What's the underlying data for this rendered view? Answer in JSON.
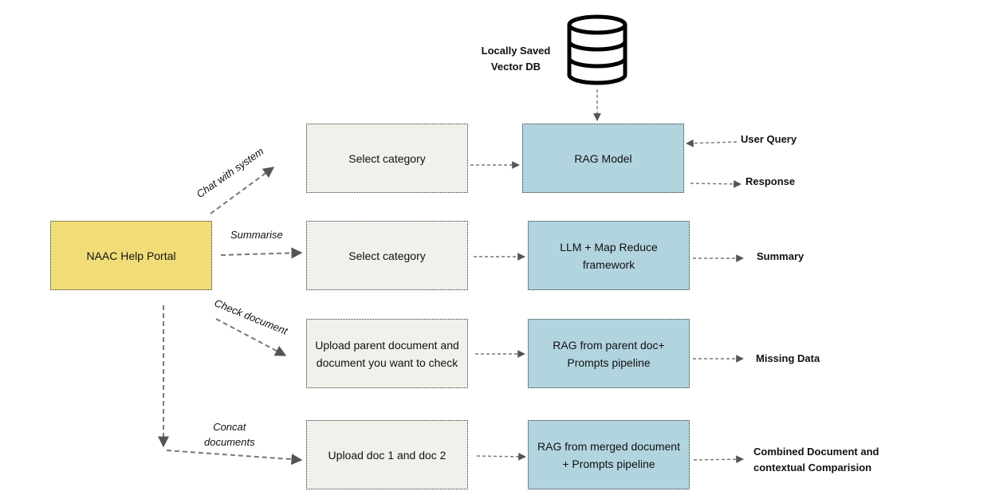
{
  "database": {
    "label_line1": "Locally Saved",
    "label_line2": "Vector  DB"
  },
  "portal": {
    "label": "NAAC Help Portal"
  },
  "edges": {
    "chat": "Chat with system",
    "summarise": "Summarise",
    "check": "Check document",
    "concat_line1": "Concat",
    "concat_line2": "documents"
  },
  "rows": {
    "chat": {
      "input": "Select category",
      "model": "RAG Model",
      "query": "User Query",
      "output": "Response"
    },
    "summarise": {
      "input": "Select category",
      "model": "LLM + Map Reduce framework",
      "output": "Summary"
    },
    "check": {
      "input": "Upload parent document and document you want to check",
      "model": "RAG from parent doc+ Prompts pipeline",
      "output": "Missing Data"
    },
    "concat": {
      "input": "Upload doc 1 and doc 2",
      "model": "RAG from merged document + Prompts pipeline",
      "output_line1": "Combined Document and",
      "output_line2": "contextual Comparision"
    }
  }
}
